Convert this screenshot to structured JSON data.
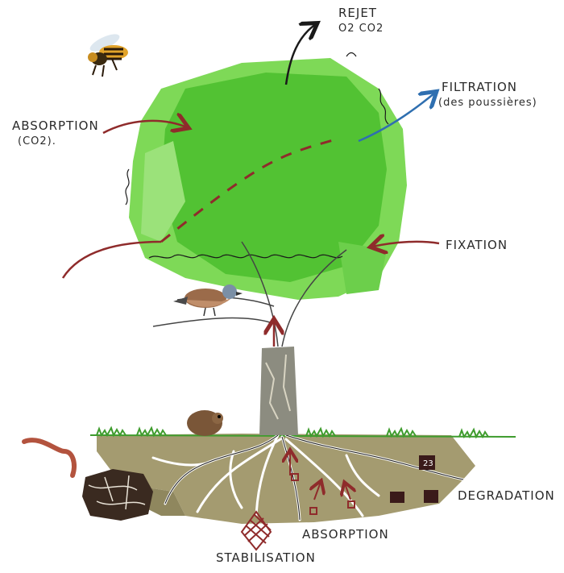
{
  "labels": {
    "rejet_line1": "REJET",
    "rejet_line2": "O2 CO2",
    "filtration_line1": "FILTRATION",
    "filtration_line2": "(des poussières)",
    "absorption_co2_line1": "ABSORPTION",
    "absorption_co2_line2": "(CO2).",
    "fixation": "FIXATION",
    "degradation": "DEGRADATION",
    "absorption_roots": "ABSORPTION",
    "stabilisation": "STABILISATION"
  },
  "colors": {
    "foliage": "#7ed957",
    "foliage_dark": "#52c233",
    "soil": "#a49b70",
    "trunk": "#8c8c80",
    "arrow_red": "#8f2b2b",
    "arrow_blue": "#2f6fb0",
    "arrow_black": "#1a1a1a",
    "grass": "#3f9c2e"
  },
  "icons": [
    "wasp-icon",
    "bird-icon",
    "vole-icon",
    "earthworm-icon",
    "soil-clump-icon"
  ]
}
